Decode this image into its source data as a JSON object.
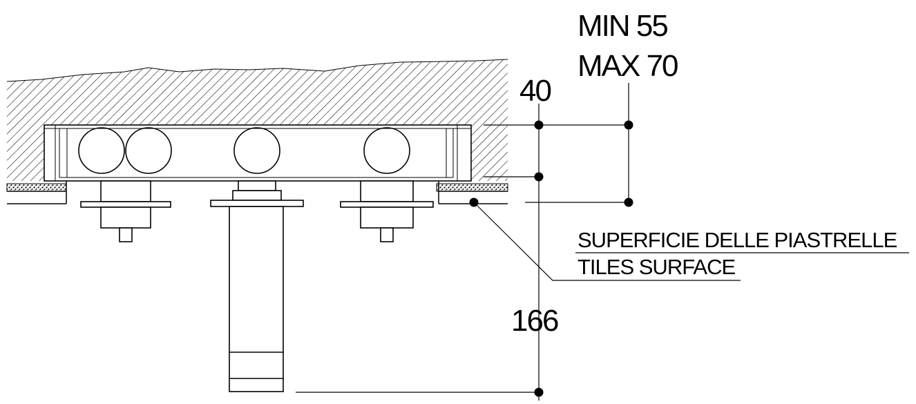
{
  "dimensions": {
    "min": "MIN 55",
    "max": "MAX 70",
    "depth": "40",
    "spout": "166"
  },
  "labels": {
    "surface_it": "SUPERFICIE DELLE PIASTRELLE",
    "surface_en": "TILES SURFACE"
  },
  "colors": {
    "ink": "#000000",
    "background": "#ffffff"
  }
}
